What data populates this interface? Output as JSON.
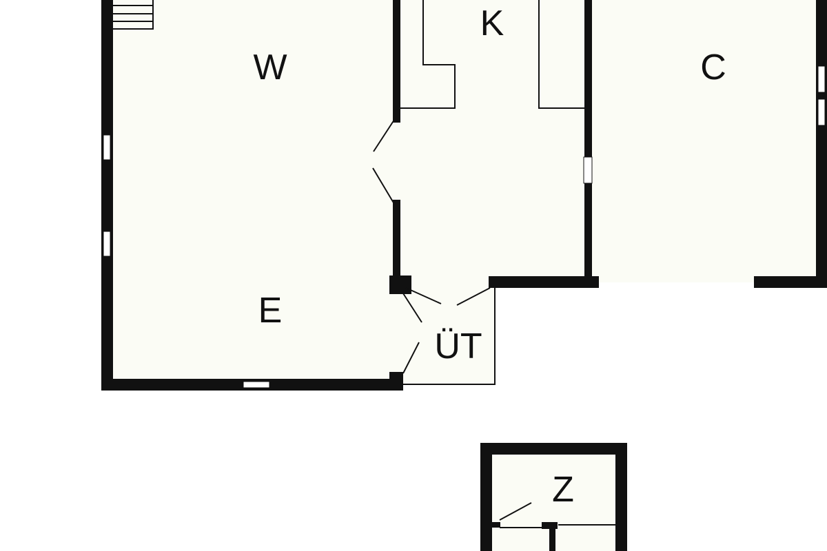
{
  "floorplan": {
    "colors": {
      "wall": "#111111",
      "floor": "#fbfcf5",
      "background": "#ffffff",
      "window": "#ffffff"
    },
    "rooms": [
      {
        "id": "living",
        "label": "W"
      },
      {
        "id": "kitchen",
        "label": "K"
      },
      {
        "id": "room-c",
        "label": "C"
      },
      {
        "id": "room-e",
        "label": "E"
      },
      {
        "id": "entrance",
        "label": "ÜT"
      },
      {
        "id": "room-z",
        "label": "Z"
      }
    ]
  }
}
